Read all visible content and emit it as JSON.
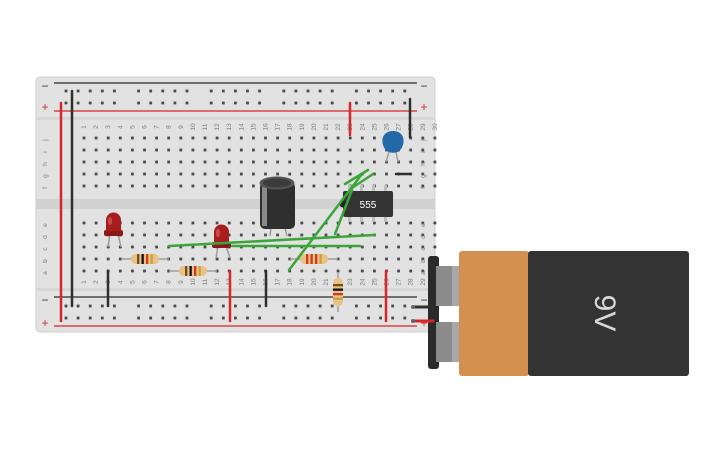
{
  "breadboard": {
    "columns": [
      "1",
      "2",
      "3",
      "4",
      "5",
      "6",
      "7",
      "8",
      "9",
      "10",
      "11",
      "12",
      "13",
      "14",
      "15",
      "16",
      "17",
      "18",
      "19",
      "20",
      "21",
      "22",
      "23",
      "24",
      "25",
      "26",
      "27",
      "28",
      "29",
      "30"
    ],
    "rows_top": [
      "j",
      "i",
      "h",
      "g",
      "f"
    ],
    "rows_bottom": [
      "e",
      "d",
      "c",
      "b",
      "a"
    ],
    "rail_plus": "+",
    "rail_minus": "−"
  },
  "components": {
    "ic": {
      "label": "555"
    },
    "battery": {
      "label": "9V"
    }
  },
  "colors": {
    "board": "#e2e2e2",
    "hole": "#4a4a4a",
    "rail_red": "#d6262b",
    "rail_black": "#2b2b2b",
    "wire_black": "#2e2e2e",
    "wire_red": "#d6262b",
    "wire_green": "#3aa63a",
    "led_red": "#a81e1e",
    "capacitor_blue": "#2368a8",
    "ic_body": "#333333",
    "battery_orange": "#d4904f",
    "battery_black": "#333333"
  }
}
